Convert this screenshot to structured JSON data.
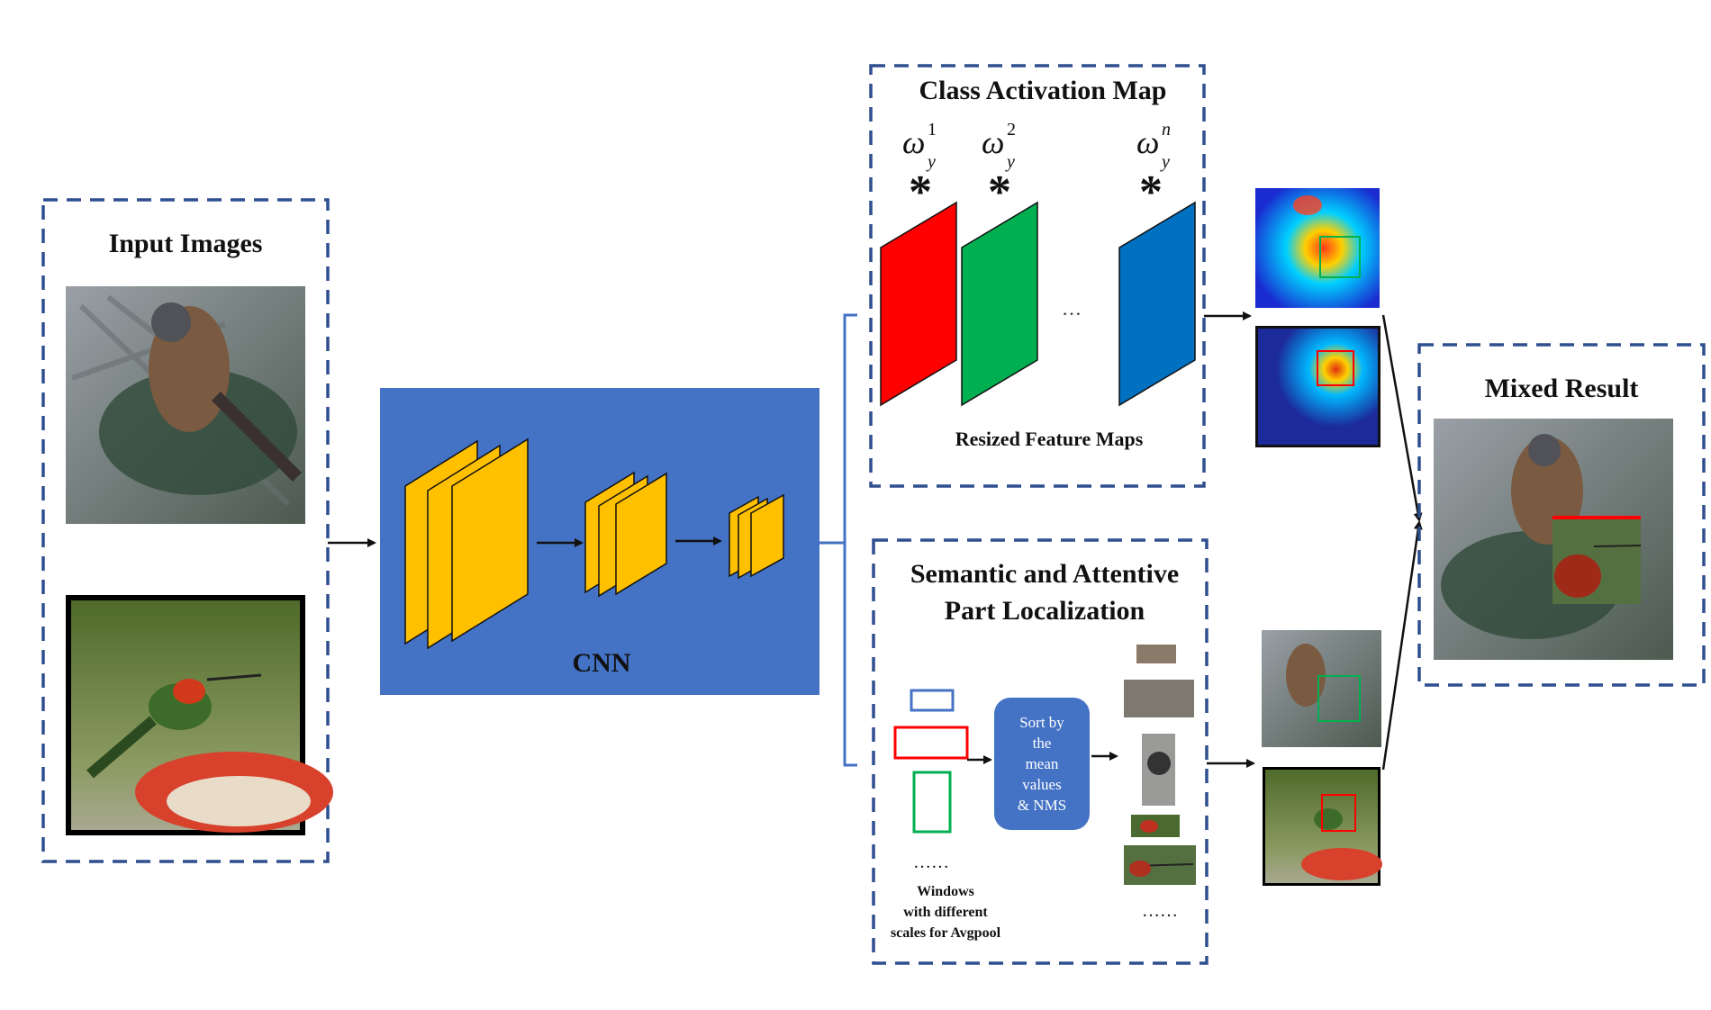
{
  "panels": {
    "input": {
      "title": "Input Images"
    },
    "cnn": {
      "label": "CNN"
    },
    "cam": {
      "title": "Class Activation Map",
      "weights": [
        {
          "base": "ω",
          "sub": "y",
          "sup": "1"
        },
        {
          "base": "ω",
          "sub": "y",
          "sup": "2"
        },
        {
          "base": "ω",
          "sub": "y",
          "sup": "n"
        }
      ],
      "star": "*",
      "ellipsis": "…",
      "caption": "Resized Feature Maps",
      "map_colors": [
        "#ff0000",
        "#00b050",
        "#0070c0"
      ]
    },
    "sapl": {
      "title_line1": "Semantic and Attentive",
      "title_line2": "Part Localization",
      "sort_lines": [
        "Sort by",
        "the",
        "mean",
        "values",
        "& NMS"
      ],
      "windows_dots": "……",
      "windows_caption": [
        "Windows",
        "with different",
        "scales for Avgpool"
      ],
      "crops_dots": "……"
    },
    "mixed": {
      "title": "Mixed Result"
    }
  },
  "colors": {
    "dashed_border": "#2f4f8f",
    "cnn_background": "#4472c4",
    "feature_blocks": "#ffc000",
    "sort_box": "#4472c4"
  }
}
